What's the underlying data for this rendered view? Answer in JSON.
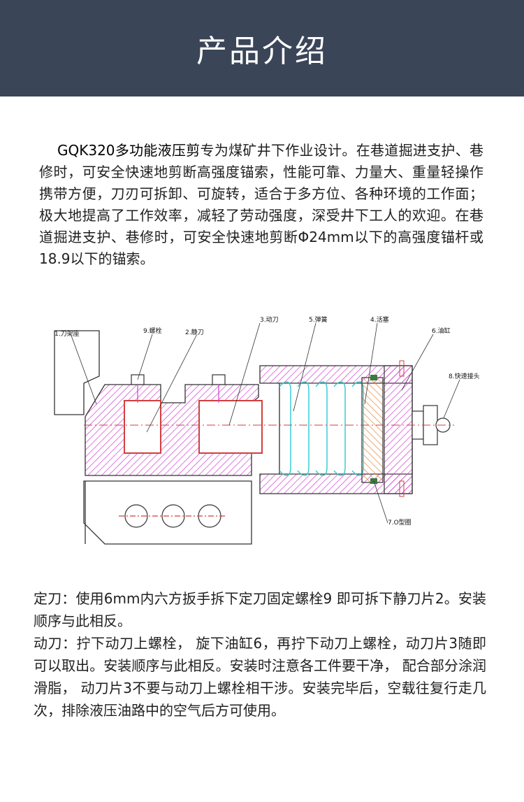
{
  "header": {
    "title": "产品介绍"
  },
  "intro": {
    "product_name": "GQK320多功能液压剪",
    "text": "专为煤矿井下作业设计。在巷道掘进支护、巷修时，可安全快速地剪断高强度锚索，性能可靠、力量大、重量轻操作携带方便，刀刃可拆卸、可旋转，适合于多方位、各种环境的工作面；极大地提高了工作效率，减轻了劳动强度，深受井下工人的欢迎。在巷道掘进支护、巷修时，可安全快速地剪断Φ24mm以下的高强度锚杆或18.9以下的锚索。"
  },
  "drawing": {
    "labels": {
      "l1": "1.刀架座",
      "l9": "9.螺栓",
      "l2": "2.静刀",
      "l3": "3.动刀",
      "l5": "5.弹簧",
      "l4": "4.活塞",
      "l6": "6.油缸",
      "l8": "8.快速接头",
      "l7": "7.O型圈"
    }
  },
  "notes": {
    "fixed_blade": "定刀：使用6mm内六方扳手拆下定刀固定螺栓9 即可拆下静刀片2。安装顺序与此相反。",
    "moving_blade": "动刀：拧下动刀上螺栓， 旋下油缸6，再拧下动刀上螺栓，动刀片3随即可以取出。安装顺序与此相反。安装时注意各工件要干净， 配合部分涂润滑脂， 动刀片3不要与动刀上螺栓相干涉。安装完毕后，空载往复行走几次，排除液压油路中的空气后方可使用。"
  }
}
